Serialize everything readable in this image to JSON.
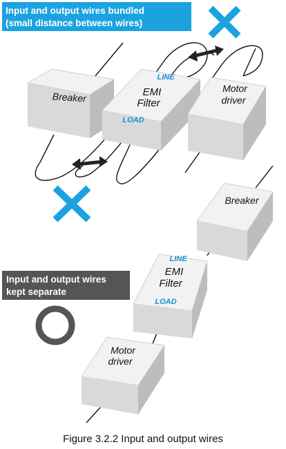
{
  "callout_bad": {
    "line1": "Input and output wires bundled",
    "line2": "(small distance between wires)"
  },
  "callout_good": {
    "line1": "Input and output wires",
    "line2": "kept separate"
  },
  "bad_setup": {
    "breaker": "Breaker",
    "filter_top": "LINE",
    "filter_line1": "EMI",
    "filter_line2": "Filter",
    "filter_bottom": "LOAD",
    "motor_line1": "Motor",
    "motor_line2": "driver"
  },
  "good_setup": {
    "breaker": "Breaker",
    "filter_top": "LINE",
    "filter_line1": "EMI",
    "filter_line2": "Filter",
    "filter_bottom": "LOAD",
    "motor_line1": "Motor",
    "motor_line2": "driver"
  },
  "caption": "Figure 3.2.2 Input and output wires",
  "colors": {
    "accent_cyan": "#1ba3e0",
    "dark_label": "#555555",
    "box_top": "#f2f2f2",
    "box_front": "#d9d9d9",
    "box_side": "#bdbdbd",
    "filter_text": "#1a8fcf"
  },
  "icons": [
    "cross-icon",
    "cross-icon",
    "circle-ok-icon",
    "double-arrow-icon",
    "double-arrow-icon"
  ]
}
